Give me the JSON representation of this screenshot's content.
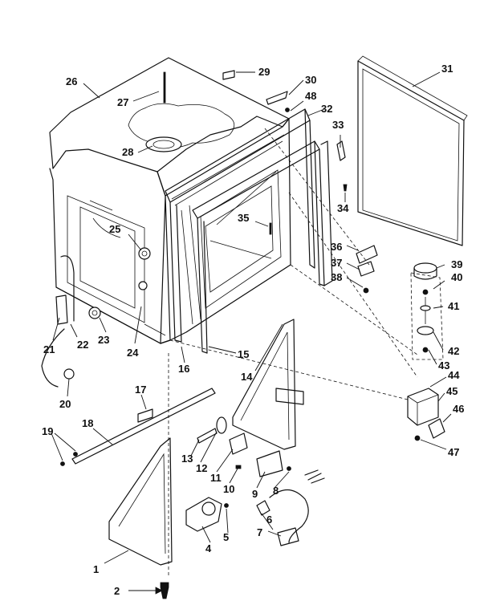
{
  "diagram": {
    "callouts": {
      "c1": "1",
      "c2": "2",
      "c4": "4",
      "c5": "5",
      "c6": "6",
      "c7": "7",
      "c8": "8",
      "c9": "9",
      "c10": "10",
      "c11": "11",
      "c12": "12",
      "c13": "13",
      "c14": "14",
      "c15": "15",
      "c16": "16",
      "c17": "17",
      "c18": "18",
      "c19": "19",
      "c20": "20",
      "c21": "21",
      "c22": "22",
      "c23": "23",
      "c24": "24",
      "c25": "25",
      "c26": "26",
      "c27": "27",
      "c28": "28",
      "c29": "29",
      "c30": "30",
      "c31": "31",
      "c32": "32",
      "c33": "33",
      "c34": "34",
      "c35": "35",
      "c36": "36",
      "c37": "37",
      "c38": "38",
      "c39": "39",
      "c40": "40",
      "c41": "41",
      "c42": "42",
      "c43": "43",
      "c44": "44",
      "c45": "45",
      "c46": "46",
      "c47": "47",
      "c48": "48"
    }
  }
}
